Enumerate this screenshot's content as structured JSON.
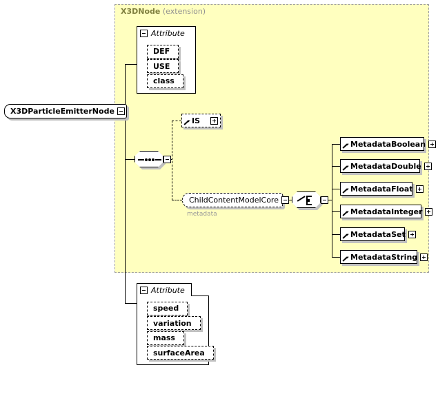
{
  "diagram": {
    "type": "xml-schema-diagram",
    "root_element": {
      "name": "X3DParticleEmitterNode",
      "toggle": "minus"
    },
    "extension_panel": {
      "base_type": "X3DNode",
      "qualifier": "(extension)",
      "background_color": "#ffffbf",
      "border_color": "#a0a0a0",
      "title_color": "#7f7f3f"
    },
    "inherited_attribute_group": {
      "label": "Attribute",
      "toggle": "minus",
      "items": [
        {
          "name": "DEF",
          "optional": true
        },
        {
          "name": "USE",
          "optional": true
        },
        {
          "name": "class",
          "optional": true
        }
      ]
    },
    "sequence": {
      "icon": "sequence-icon",
      "toggle": "minus",
      "children": [
        {
          "kind": "element",
          "name": "IS",
          "optional": true,
          "toggle": "plus"
        },
        {
          "kind": "group-ref",
          "name": "ChildContentModelCore",
          "sub_label": "metadata",
          "toggle": "minus"
        }
      ]
    },
    "choice": {
      "icon": "choice-icon",
      "toggle": "minus",
      "options": [
        {
          "name": "MetadataBoolean",
          "toggle": "plus"
        },
        {
          "name": "MetadataDouble",
          "toggle": "plus"
        },
        {
          "name": "MetadataFloat",
          "toggle": "plus"
        },
        {
          "name": "MetadataInteger",
          "toggle": "plus"
        },
        {
          "name": "MetadataSet",
          "toggle": "plus"
        },
        {
          "name": "MetadataString",
          "toggle": "plus"
        }
      ]
    },
    "own_attribute_group": {
      "label": "Attribute",
      "toggle": "minus",
      "items": [
        {
          "name": "speed",
          "optional": true
        },
        {
          "name": "variation",
          "optional": true
        },
        {
          "name": "mass",
          "optional": true
        },
        {
          "name": "surfaceArea",
          "optional": true
        }
      ]
    }
  }
}
